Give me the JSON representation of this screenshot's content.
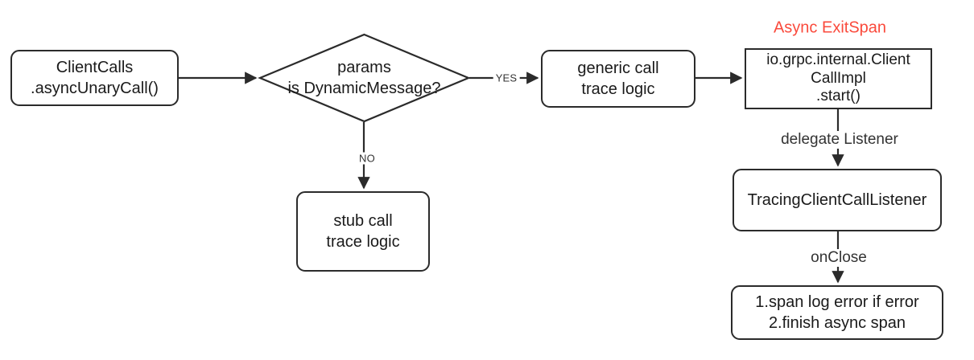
{
  "diagram": {
    "title": "gRPC async unary call trace flow",
    "stroke_color": "#2b2b2b",
    "text_color": "#1a1a1a",
    "accent_color": "#fa4a3c",
    "background": "#ffffff"
  },
  "nodes": {
    "client_calls": {
      "label": "ClientCalls\n.asyncUnaryCall()",
      "shape": "rounded-rect"
    },
    "decision": {
      "label": "params\nis DynamicMessage?",
      "shape": "diamond"
    },
    "generic_call": {
      "label": "generic call\ntrace logic",
      "shape": "rounded-rect"
    },
    "call_impl": {
      "label": "io.grpc.internal.Client\nCallImpl\n.start()",
      "shape": "rect"
    },
    "stub_call": {
      "label": "stub call\ntrace logic",
      "shape": "rounded-rect"
    },
    "tracing_listener": {
      "label": "TracingClientCallListener",
      "shape": "rounded-rect"
    },
    "finish_span": {
      "label": "1.span log error if error\n2.finish async span",
      "shape": "rounded-rect"
    }
  },
  "edge_labels": {
    "yes": "YES",
    "no": "NO",
    "delegate": "delegate Listener",
    "on_close": "onClose"
  },
  "annotations": {
    "async_exit_span": "Async ExitSpan"
  }
}
